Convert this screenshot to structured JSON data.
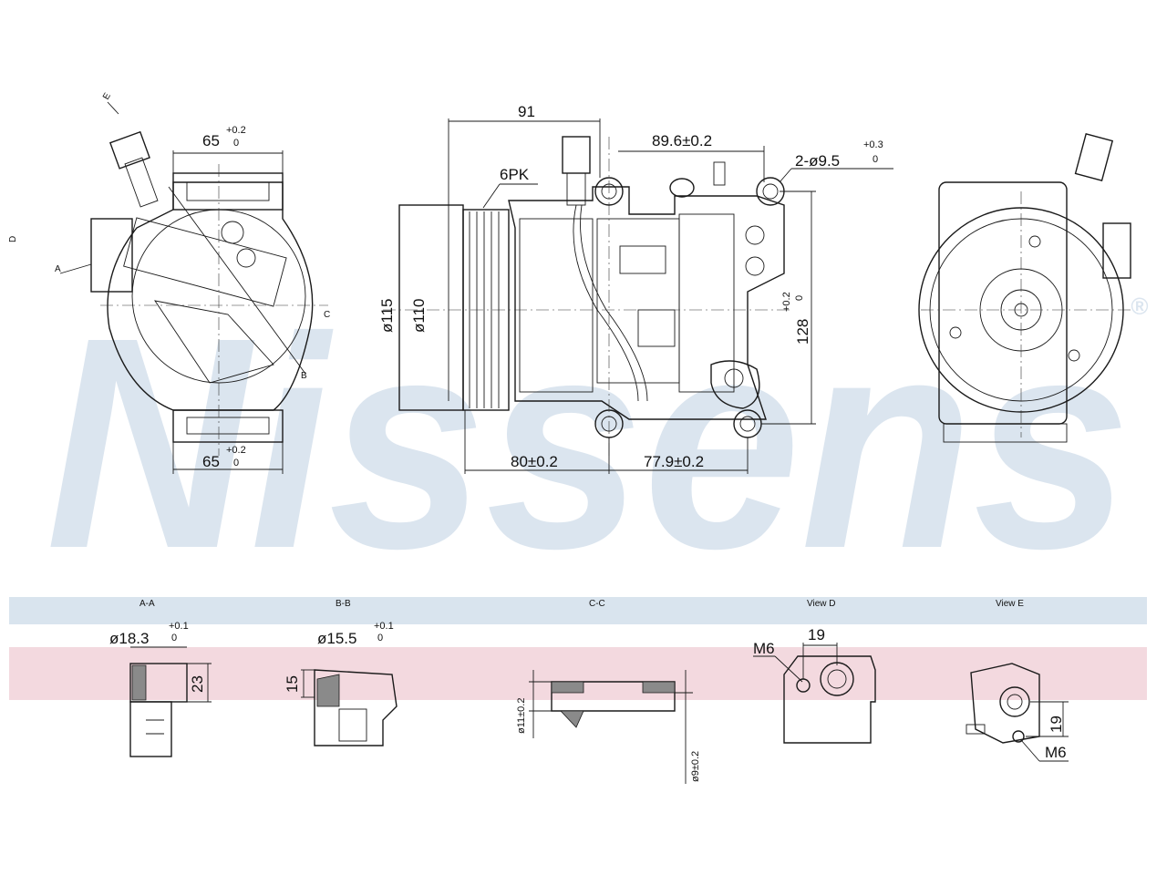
{
  "watermark": {
    "brand": "Nissens",
    "registered": "®",
    "color": "#dbe5ef"
  },
  "bands": {
    "blue": "#d9e4ee",
    "pink": "#f3d9df"
  },
  "view_left": {
    "top_width": "65",
    "top_tol_up": "+0.2",
    "top_tol_dn": "0",
    "bottom_width": "65",
    "bottom_tol_up": "+0.2",
    "bottom_tol_dn": "0",
    "marker_e": "E",
    "marker_d": "D",
    "marker_a": "A",
    "marker_b": "B",
    "marker_c": "C"
  },
  "view_center": {
    "dim_91": "91",
    "dim_89_6": "89.6±0.2",
    "dim_holes": "2-ø9.5",
    "dim_holes_tol_up": "+0.3",
    "dim_holes_tol_dn": "0",
    "pulley": "6PK",
    "dia_115": "ø115",
    "dia_110": "ø110",
    "dim_128": "128",
    "dim_128_tol_up": "+0.2",
    "dim_128_tol_dn": "0",
    "dim_80": "80±0.2",
    "dim_77_9": "77.9±0.2"
  },
  "details": {
    "aa": {
      "title": "A-A",
      "dia": "ø18.3",
      "tol_up": "+0.1",
      "tol_dn": "0",
      "height": "23"
    },
    "bb": {
      "title": "B-B",
      "dia": "ø15.5",
      "tol_up": "+0.1",
      "tol_dn": "0",
      "height": "15"
    },
    "cc": {
      "title": "C-C",
      "dia_11": "ø11±0.2",
      "dia_9": "ø9±0.2"
    },
    "view_d": {
      "title": "View D",
      "thread": "M6",
      "width": "19"
    },
    "view_e": {
      "title": "View E",
      "thread": "M6",
      "height": "19"
    }
  }
}
